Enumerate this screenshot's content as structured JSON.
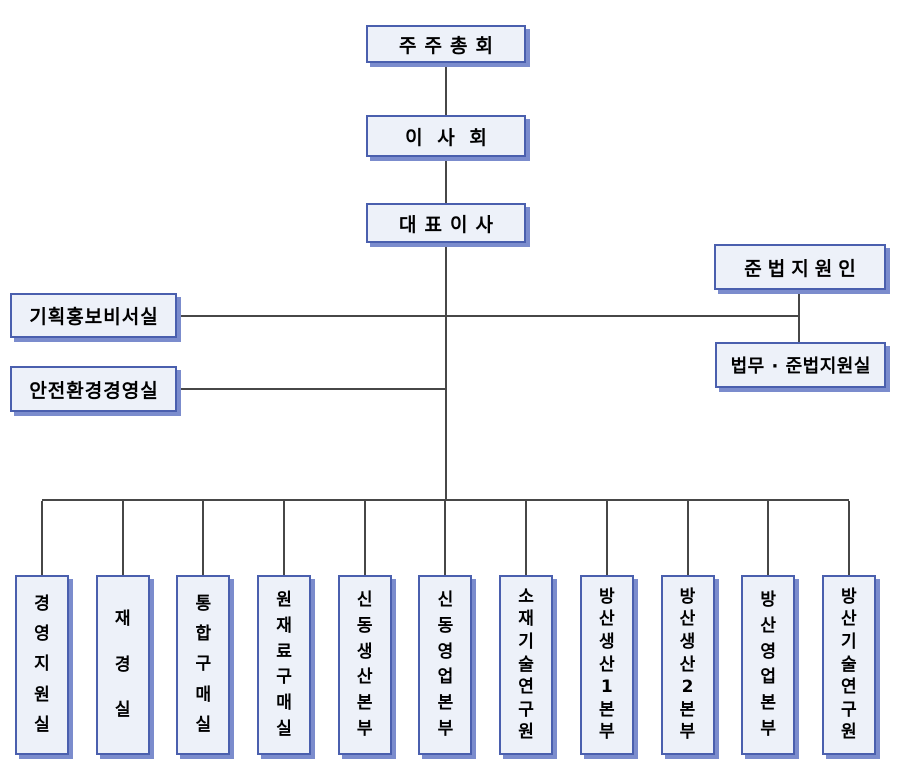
{
  "org_chart": {
    "root_chain": [
      "주주총회",
      "이 사 회",
      "대표이사"
    ],
    "staff_left": [
      "기획홍보비서실",
      "안전환경경영실"
    ],
    "staff_right": [
      "준법지원인",
      "법무 · 준법지원실"
    ],
    "bottom_departments": [
      "경영지원실",
      "재경실",
      "통합구매실",
      "원재료구매실",
      "신동생산본부",
      "신동영업본부",
      "소재기술연구원",
      "방산생산1본부",
      "방산생산2본부",
      "방산영업본부",
      "방산기술연구원"
    ],
    "colors": {
      "background": "#ffffff",
      "box_fill": "#edf1f9",
      "box_border": "#4a5fae",
      "box_shadow": "#7b8ccd",
      "line": "#474747",
      "text": "#000000"
    }
  }
}
